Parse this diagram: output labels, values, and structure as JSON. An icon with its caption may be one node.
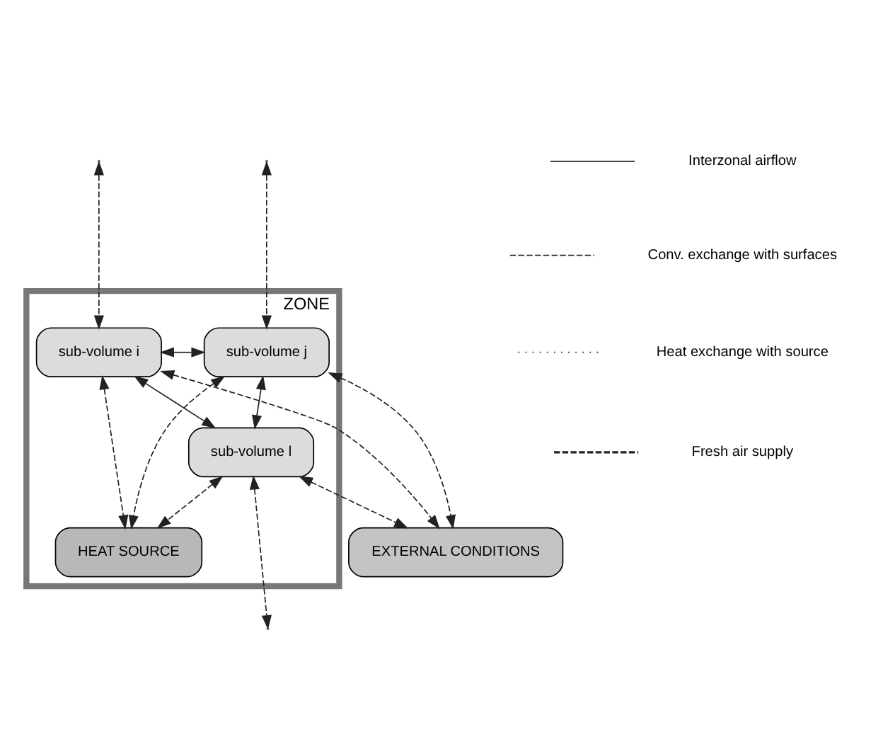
{
  "diagram": {
    "nodes": [
      {
        "text": [
          "ZONE"
        ]
      },
      {
        "text": [
          "sub-volume i"
        ],
        "in": 0
      },
      {
        "text": [
          "sub-volume j"
        ],
        "in": 0
      },
      {
        "text": [
          "sub-volume l"
        ],
        "in": 0
      },
      {
        "text": [
          "HEAT SOURCE"
        ],
        "in": 0
      },
      {
        "text": [
          "EXTERNAL CONDITIONS"
        ]
      }
    ],
    "edges": [
      {
        "from": null,
        "to": 1,
        "arrow": "both",
        "style": "dashed"
      },
      {
        "from": null,
        "to": 2,
        "arrow": "both",
        "style": "dashed"
      },
      {
        "from": 1,
        "to": 2,
        "arrow": "both"
      },
      {
        "from": 1,
        "to": 3,
        "arrow": "both"
      },
      {
        "from": 3,
        "to": 2,
        "arrow": "both"
      },
      {
        "from": 1,
        "to": 4,
        "arrow": "both",
        "style": "dashed"
      },
      {
        "from": 2,
        "to": 4,
        "arrow": "both",
        "style": "dashed"
      },
      {
        "from": 3,
        "to": 4,
        "arrow": "both",
        "style": "dashed"
      },
      {
        "from": 3,
        "to": null,
        "arrow": "both",
        "style": "dashed"
      },
      {
        "from": 1,
        "to": 5,
        "arrow": "both",
        "style": "dashed"
      },
      {
        "from": 3,
        "to": 5,
        "arrow": "both",
        "style": "dashed"
      },
      {
        "from": 2,
        "to": 5,
        "arrow": "both",
        "style": "dashed"
      }
    ],
    "legend": [
      {
        "text": "Interzonal airflow"
      },
      {
        "text": "Conv. exchange with surfaces"
      },
      {
        "text": "Heat exchange with source"
      },
      {
        "text": "Fresh air supply"
      }
    ]
  }
}
